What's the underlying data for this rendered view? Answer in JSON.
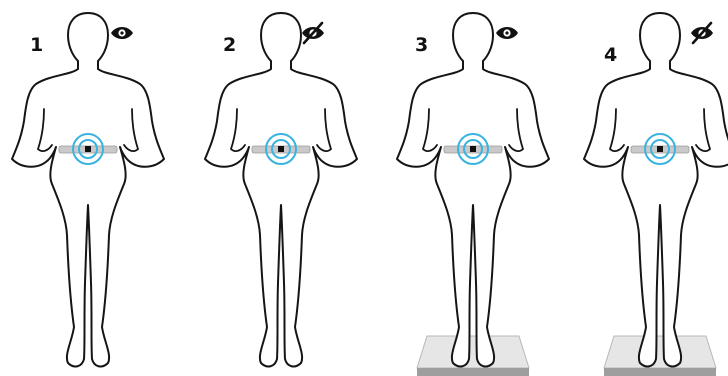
{
  "colors": {
    "outline": "#151515",
    "sensor_ring": "#3ab3df",
    "belt": "#c9c9c9",
    "foam_top": "#e6e6e6",
    "foam_side": "#9e9e9e"
  },
  "panels": [
    {
      "label": "1",
      "eyes": "open",
      "eyes_icon": "eye-open-icon",
      "surface": "firm"
    },
    {
      "label": "2",
      "eyes": "closed",
      "eyes_icon": "eye-closed-icon",
      "surface": "firm"
    },
    {
      "label": "3",
      "eyes": "open",
      "eyes_icon": "eye-open-icon",
      "surface": "foam"
    },
    {
      "label": "4",
      "eyes": "closed",
      "eyes_icon": "eye-closed-icon",
      "surface": "foam"
    }
  ]
}
